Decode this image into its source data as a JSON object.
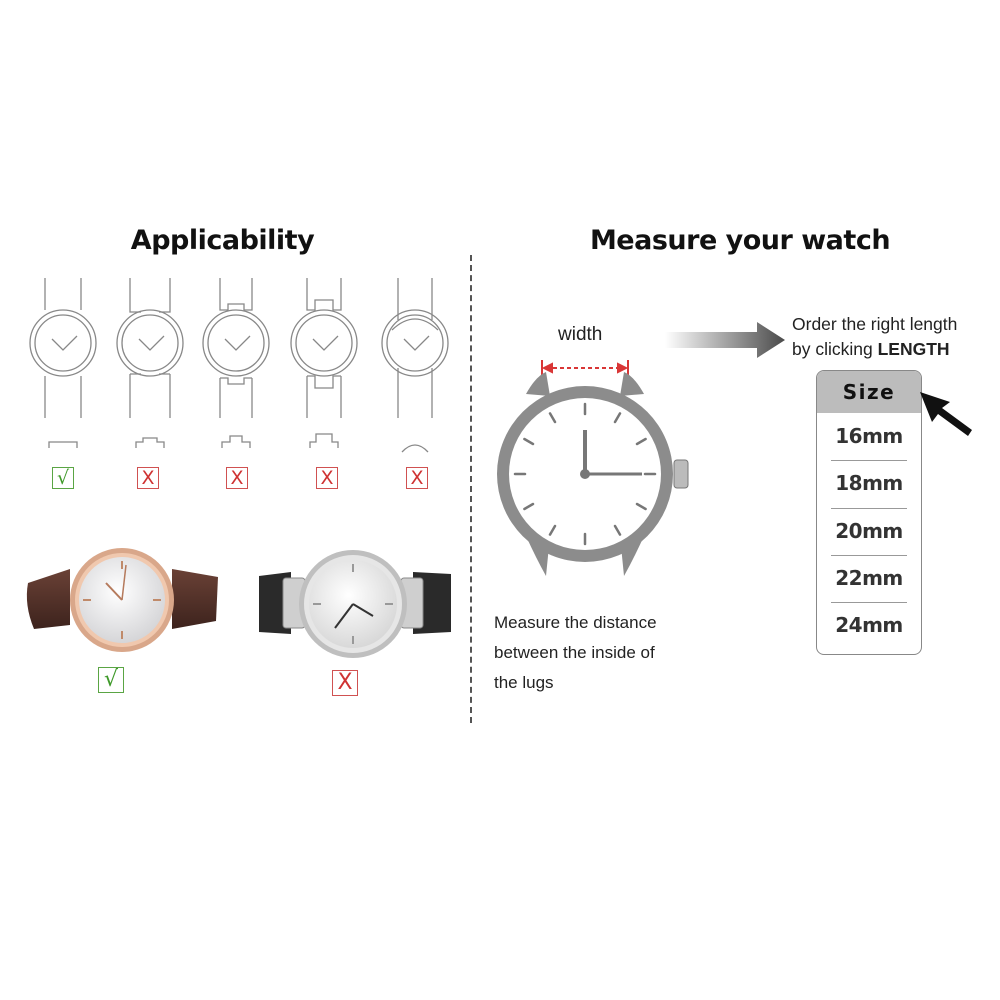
{
  "left": {
    "title": "Applicability",
    "strap_types": [
      {
        "mark": "√",
        "ok": true
      },
      {
        "mark": "X",
        "ok": false
      },
      {
        "mark": "X",
        "ok": false
      },
      {
        "mark": "X",
        "ok": false
      },
      {
        "mark": "X",
        "ok": false
      }
    ],
    "photo_examples": [
      {
        "mark": "√",
        "ok": true
      },
      {
        "mark": "X",
        "ok": false
      }
    ]
  },
  "right": {
    "title": "Measure your watch",
    "width_label": "width",
    "order_line1": "Order the right length",
    "order_line2_prefix": "by clicking ",
    "order_line2_bold": "LENGTH",
    "size_header": "Size",
    "sizes": [
      "16mm",
      "18mm",
      "20mm",
      "22mm",
      "24mm"
    ],
    "measure_note": [
      "Measure the distance",
      "between the inside of",
      "the lugs"
    ]
  },
  "colors": {
    "check": "#3f9a2a",
    "cross": "#cf3232",
    "width_marker": "#d93636",
    "header_bg": "#bcbcbc"
  }
}
